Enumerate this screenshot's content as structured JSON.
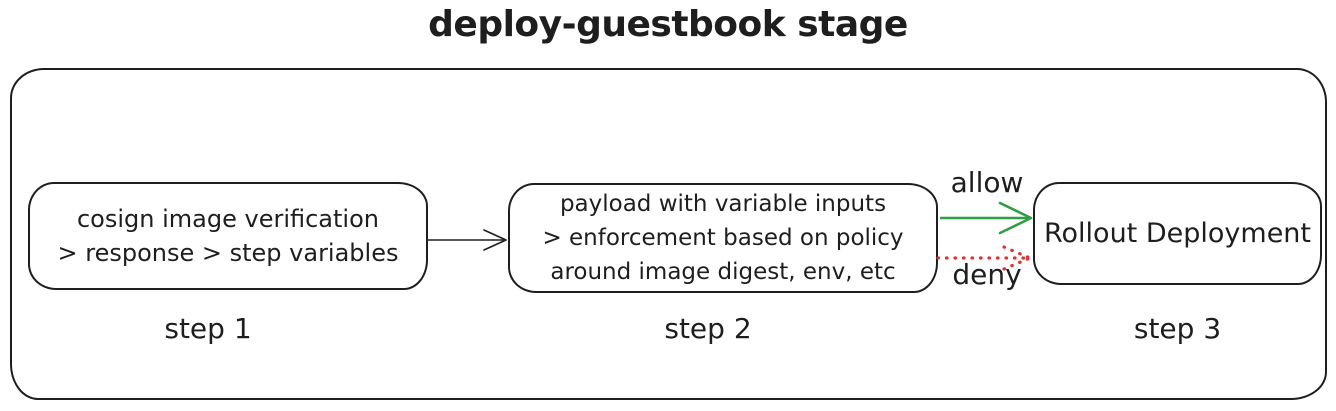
{
  "diagram": {
    "title": "deploy-guestbook stage",
    "colors": {
      "stroke": "#1e1e1e",
      "background": "#ffffff",
      "allow_green": "#2f9e44",
      "deny_red": "#e03131"
    },
    "nodes": [
      {
        "id": "step1",
        "lines": [
          "cosign image verification",
          "> response > step variables"
        ],
        "label": "step 1"
      },
      {
        "id": "step2",
        "lines": [
          "payload with variable inputs",
          "> enforcement based on policy",
          "around image digest, env, etc"
        ],
        "label": "step 2"
      },
      {
        "id": "step3",
        "lines": [
          "Rollout Deployment"
        ],
        "label": "step 3"
      }
    ],
    "edges": [
      {
        "from": "step1",
        "to": "step2",
        "label": "",
        "style": "solid",
        "color": "#1e1e1e"
      },
      {
        "from": "step2",
        "to": "step3",
        "label": "allow",
        "style": "solid",
        "color": "#2f9e44"
      },
      {
        "from": "step2",
        "to": "step3",
        "label": "deny",
        "style": "dotted",
        "color": "#e03131"
      }
    ]
  }
}
